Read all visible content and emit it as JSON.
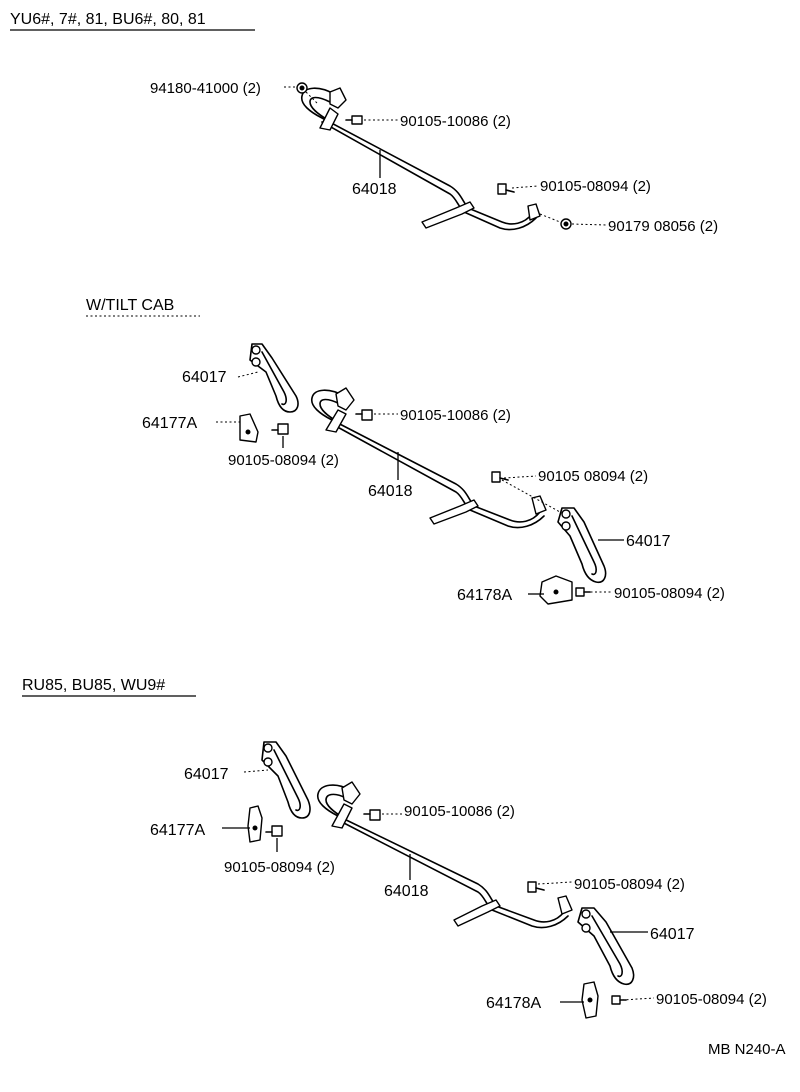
{
  "sections": [
    {
      "header": "YU6#, 7#, 81, BU6#, 80, 81",
      "labels": {
        "clip": "94180-41000 (2)",
        "bolt_top": "90105-10086 (2)",
        "rod": "64018",
        "bolt_right": "90105-08094 (2)",
        "nut_right": "90179 08056 (2)"
      }
    },
    {
      "header": "W/TILT CAB",
      "labels": {
        "arm_left": "64017",
        "bracket_left": "64177A",
        "bolt_left": "90105-08094 (2)",
        "bolt_top": "90105-10086 (2)",
        "rod": "64018",
        "bolt_right": "90105 08094 (2)",
        "arm_right": "64017",
        "bracket_right": "64178A",
        "bolt_bottom": "90105-08094 (2)"
      }
    },
    {
      "header": "RU85, BU85, WU9#",
      "labels": {
        "arm_left": "64017",
        "bracket_left": "64177A",
        "bolt_left": "90105-08094 (2)",
        "bolt_top": "90105-10086 (2)",
        "rod": "64018",
        "bolt_right": "90105-08094 (2)",
        "arm_right": "64017",
        "bracket_right": "64178A",
        "bolt_bottom": "90105-08094 (2)"
      }
    }
  ],
  "figure_code": "MB N240-A"
}
